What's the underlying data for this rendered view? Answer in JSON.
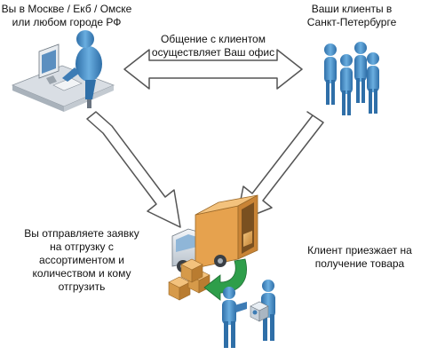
{
  "labels": {
    "moscow": [
      "Вы в Москве / Екб / Омске",
      "или любом городе РФ"
    ],
    "spb": [
      "Ваши клиенты в",
      "Санкт-Петербурге"
    ],
    "communication": [
      "Общение с клиентом",
      "осуществляет Ваш офис"
    ],
    "order": [
      "Вы отправляете заявку",
      "на отгрузку с",
      "ассортиментом и",
      "количеством и кому",
      "отгрузить"
    ],
    "pickup": [
      "Клиент приезжает на",
      "получение товара"
    ]
  },
  "colors": {
    "person": "#4a90c8",
    "arrow_outline": "#555555",
    "arrow_fill": "#ffffff",
    "box": "#d69a4a",
    "truck": "#e0e6ec",
    "green_arrow": "#2e9e4a"
  },
  "icons": [
    "office-worker-icon",
    "client-group-icon",
    "delivery-truck-icon",
    "boxes-icon",
    "loading-worker-icon",
    "client-receiving-icon"
  ]
}
